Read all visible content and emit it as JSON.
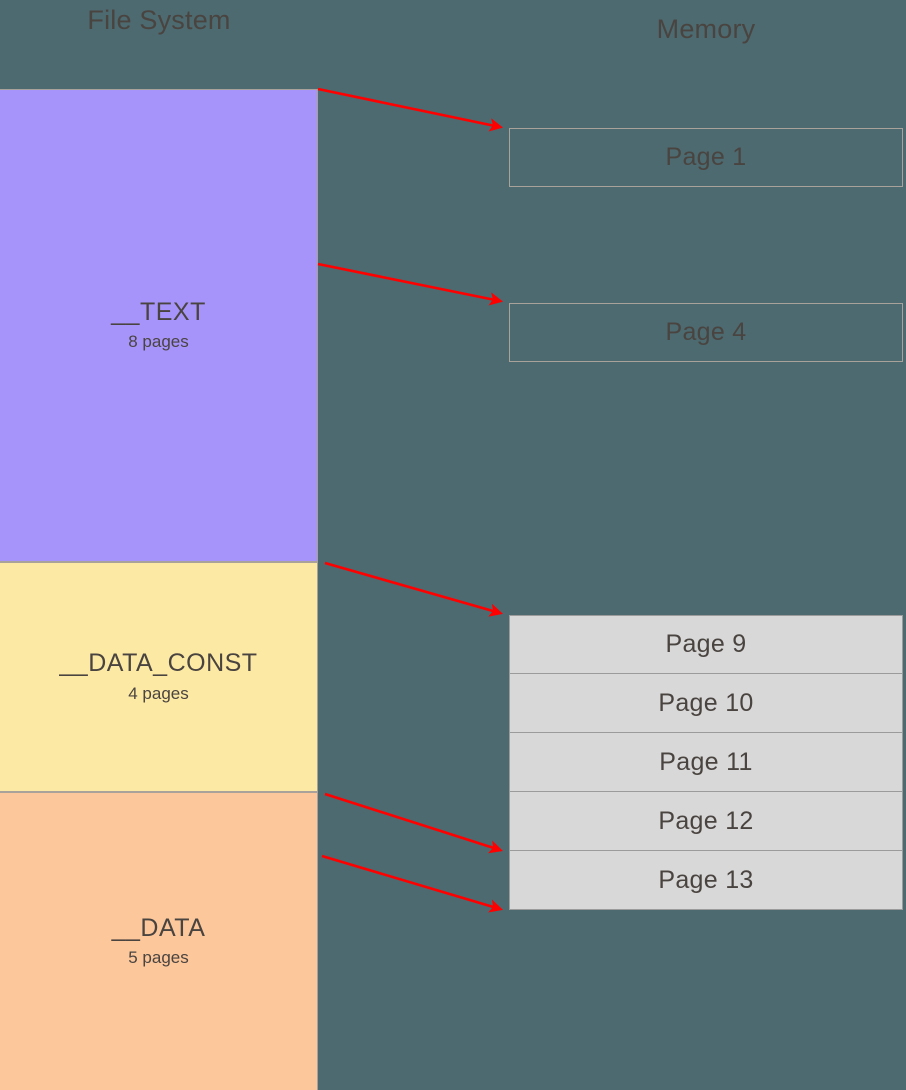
{
  "diagram": {
    "title_left": "File System",
    "title_right": "Memory",
    "background_color": "#4c6a70",
    "arrow_color": "#ff0000",
    "border_color": "#a9a29a",
    "text_color": "#4a4440"
  },
  "file_system": {
    "heading": "File System",
    "segments": [
      {
        "name": "__TEXT",
        "subtitle": "8 pages",
        "color": "#a794fb"
      },
      {
        "name": "__DATA_CONST",
        "subtitle": "4 pages",
        "color": "#fce9a4"
      },
      {
        "name": "__DATA",
        "subtitle": "5 pages",
        "color": "#fcc79b"
      }
    ]
  },
  "memory": {
    "heading": "Memory",
    "pages": [
      {
        "label": "Page 1",
        "filled": false
      },
      {
        "label": "Page 4",
        "filled": false
      },
      {
        "label": "Page 9",
        "filled": true
      },
      {
        "label": "Page 10",
        "filled": true
      },
      {
        "label": "Page 11",
        "filled": true
      },
      {
        "label": "Page 12",
        "filled": true
      },
      {
        "label": "Page 13",
        "filled": true
      }
    ]
  },
  "mappings": [
    {
      "from_segment": "__TEXT",
      "to_page": "Page 1"
    },
    {
      "from_segment": "__TEXT",
      "to_page": "Page 4"
    },
    {
      "from_segment": "__DATA_CONST",
      "to_page": "Page 9"
    },
    {
      "from_segment": "__DATA_CONST",
      "to_page": "Page 13"
    },
    {
      "from_segment": "__DATA",
      "to_page": "Page 13"
    }
  ]
}
